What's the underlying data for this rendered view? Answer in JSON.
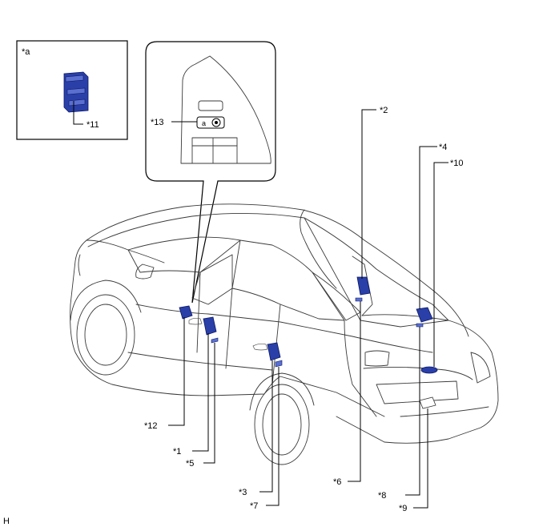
{
  "inset_a": {
    "label": "*a",
    "callout": "*11"
  },
  "inset_switch": {
    "callout": "*13"
  },
  "callouts": {
    "c1": "*1",
    "c2": "*2",
    "c3": "*3",
    "c4": "*4",
    "c5": "*5",
    "c6": "*6",
    "c7": "*7",
    "c8": "*8",
    "c9": "*9",
    "c10": "*10",
    "c12": "*12"
  },
  "corner_mark": "H",
  "colors": {
    "component": "#2a3fa8",
    "outline": "#3a3a3a"
  }
}
